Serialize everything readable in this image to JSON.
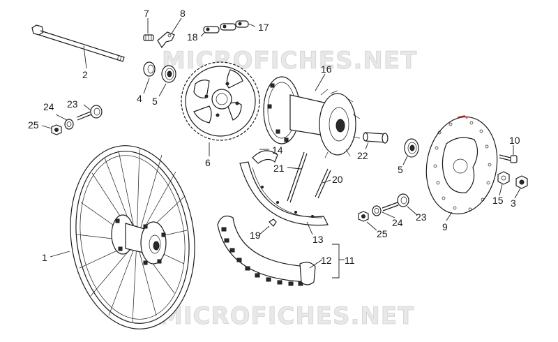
{
  "watermark": {
    "top_text": "MICROFICHES.NET",
    "bottom_text": "MICROFICHES.NET"
  },
  "callouts": [
    {
      "id": "c7",
      "text": "7"
    },
    {
      "id": "c8",
      "text": "8"
    },
    {
      "id": "c17",
      "text": "17"
    },
    {
      "id": "c18",
      "text": "18"
    },
    {
      "id": "c2",
      "text": "2"
    },
    {
      "id": "c16",
      "text": "16"
    },
    {
      "id": "c4",
      "text": "4"
    },
    {
      "id": "c5a",
      "text": "5"
    },
    {
      "id": "c24a",
      "text": "24"
    },
    {
      "id": "c23a",
      "text": "23"
    },
    {
      "id": "c25a",
      "text": "25"
    },
    {
      "id": "c14",
      "text": "14"
    },
    {
      "id": "c6",
      "text": "6"
    },
    {
      "id": "c22",
      "text": "22"
    },
    {
      "id": "c10",
      "text": "10"
    },
    {
      "id": "c21",
      "text": "21"
    },
    {
      "id": "c20",
      "text": "20"
    },
    {
      "id": "c5b",
      "text": "5"
    },
    {
      "id": "c15",
      "text": "15"
    },
    {
      "id": "c3",
      "text": "3"
    },
    {
      "id": "c23b",
      "text": "23"
    },
    {
      "id": "c24b",
      "text": "24"
    },
    {
      "id": "c25b",
      "text": "25"
    },
    {
      "id": "c9",
      "text": "9"
    },
    {
      "id": "c19",
      "text": "19"
    },
    {
      "id": "c13",
      "text": "13"
    },
    {
      "id": "c1",
      "text": "1"
    },
    {
      "id": "c12",
      "text": "12"
    },
    {
      "id": "c11",
      "text": "11"
    }
  ],
  "colors": {
    "line": "#1a1a1a",
    "watermark_fill": "#e8e8e8",
    "accent_mark": "#e0302a"
  }
}
